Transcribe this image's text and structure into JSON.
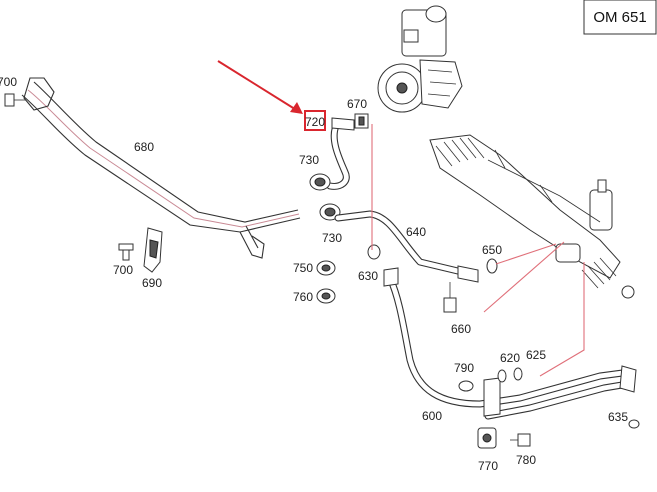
{
  "engine_code": "OM 651",
  "highlighted_part": "720",
  "highlight_color": "#d9262e",
  "callouts": [
    {
      "id": "700_top",
      "text": "700"
    },
    {
      "id": "680",
      "text": "680"
    },
    {
      "id": "670",
      "text": "670"
    },
    {
      "id": "720",
      "text": "720"
    },
    {
      "id": "730_top",
      "text": "730"
    },
    {
      "id": "730_bot",
      "text": "730"
    },
    {
      "id": "640",
      "text": "640"
    },
    {
      "id": "650",
      "text": "650"
    },
    {
      "id": "700_bot",
      "text": "700"
    },
    {
      "id": "690",
      "text": "690"
    },
    {
      "id": "750",
      "text": "750"
    },
    {
      "id": "760",
      "text": "760"
    },
    {
      "id": "630",
      "text": "630"
    },
    {
      "id": "660",
      "text": "660"
    },
    {
      "id": "790",
      "text": "790"
    },
    {
      "id": "620",
      "text": "620"
    },
    {
      "id": "625",
      "text": "625"
    },
    {
      "id": "600",
      "text": "600"
    },
    {
      "id": "635",
      "text": "635"
    },
    {
      "id": "770",
      "text": "770"
    },
    {
      "id": "780",
      "text": "780"
    }
  ]
}
